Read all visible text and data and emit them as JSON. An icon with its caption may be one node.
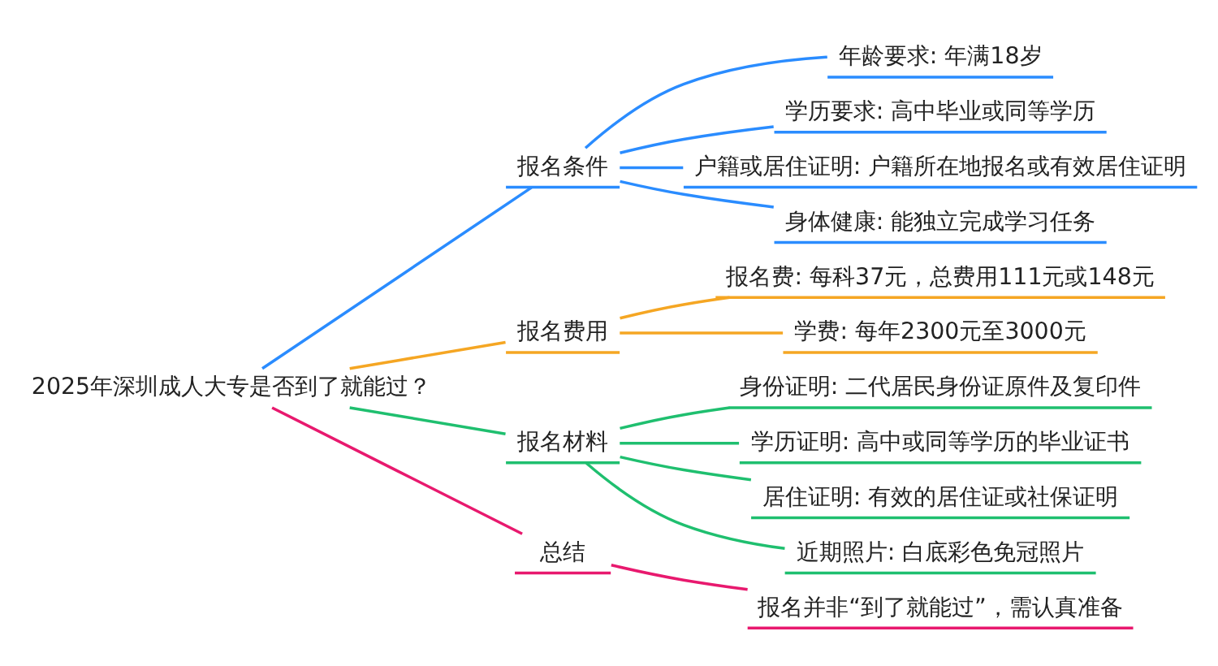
{
  "diagram": {
    "nodes": [
      {
        "text": [
          "2025年深圳成人大专是否到了就能过？"
        ]
      },
      {
        "text": [
          "报名条件"
        ]
      },
      {
        "text": [
          "年龄要求: 年满18岁"
        ]
      },
      {
        "text": [
          "学历要求: 高中毕业或同等学历"
        ]
      },
      {
        "text": [
          "户籍或居住证明: 户籍所在地报名或有效居住证明"
        ]
      },
      {
        "text": [
          "身体健康: 能独立完成学习任务"
        ]
      },
      {
        "text": [
          "报名费用"
        ]
      },
      {
        "text": [
          "报名费: 每科37元，总费用111元或148元"
        ]
      },
      {
        "text": [
          "学费: 每年2300元至3000元"
        ]
      },
      {
        "text": [
          "报名材料"
        ]
      },
      {
        "text": [
          "身份证明: 二代居民身份证原件及复印件"
        ]
      },
      {
        "text": [
          "学历证明: 高中或同等学历的毕业证书"
        ]
      },
      {
        "text": [
          "居住证明: 有效的居住证或社保证明"
        ]
      },
      {
        "text": [
          "近期照片: 白底彩色免冠照片"
        ]
      },
      {
        "text": [
          "总结"
        ]
      },
      {
        "text": [
          "报名并非“到了就能过”，需认真准备"
        ]
      }
    ],
    "edges": [
      {
        "from": 0,
        "to": 1,
        "arrow": "none",
        "color": "#2a8cff"
      },
      {
        "from": 1,
        "to": 2,
        "arrow": "none",
        "color": "#2a8cff"
      },
      {
        "from": 1,
        "to": 3,
        "arrow": "none",
        "color": "#2a8cff"
      },
      {
        "from": 1,
        "to": 4,
        "arrow": "none",
        "color": "#2a8cff"
      },
      {
        "from": 1,
        "to": 5,
        "arrow": "none",
        "color": "#2a8cff"
      },
      {
        "from": 0,
        "to": 6,
        "arrow": "none",
        "color": "#f5a623"
      },
      {
        "from": 6,
        "to": 7,
        "arrow": "none",
        "color": "#f5a623"
      },
      {
        "from": 6,
        "to": 8,
        "arrow": "none",
        "color": "#f5a623"
      },
      {
        "from": 0,
        "to": 9,
        "arrow": "none",
        "color": "#1fbf6f"
      },
      {
        "from": 9,
        "to": 10,
        "arrow": "none",
        "color": "#1fbf6f"
      },
      {
        "from": 9,
        "to": 11,
        "arrow": "none",
        "color": "#1fbf6f"
      },
      {
        "from": 9,
        "to": 12,
        "arrow": "none",
        "color": "#1fbf6f"
      },
      {
        "from": 9,
        "to": 13,
        "arrow": "none",
        "color": "#1fbf6f"
      },
      {
        "from": 0,
        "to": 14,
        "arrow": "none",
        "color": "#e8196e"
      },
      {
        "from": 14,
        "to": 15,
        "arrow": "none",
        "color": "#e8196e"
      }
    ]
  }
}
